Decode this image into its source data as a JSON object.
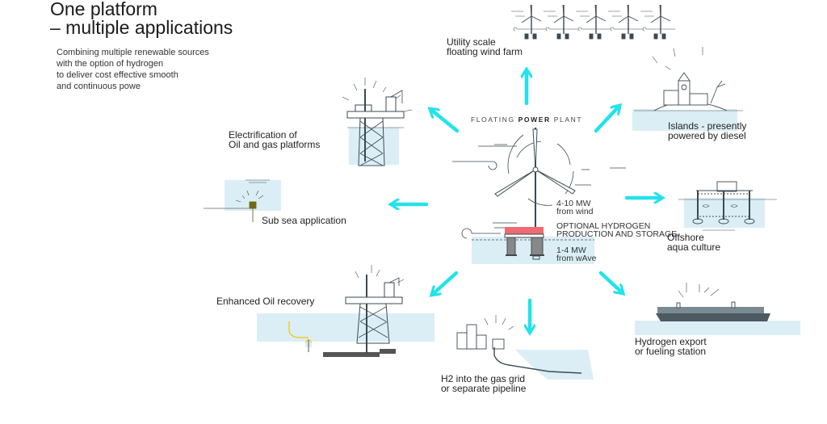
{
  "header": {
    "title_line1": "One platform",
    "title_line2": "– multiple applications",
    "subtitle_lines": [
      "Combining multiple renewable sources",
      "with the option of hydrogen",
      "to deliver cost effective smooth",
      "and continuous powe"
    ]
  },
  "center": {
    "heading_pre": "FLOATING",
    "heading_bold": "POWER",
    "heading_post": "PLANT",
    "wind_power": [
      "4-10 MW",
      "from wind"
    ],
    "hydrogen": [
      "OPTIONAL HYDROGEN",
      "PRODUCTION AND STORAGE"
    ],
    "wave_power": [
      "1-4 MW",
      "from wAve"
    ]
  },
  "applications": {
    "wind_farm": [
      "Utility scale",
      "floating wind farm"
    ],
    "islands": [
      "Islands - presently",
      "powered by diesel"
    ],
    "oil_gas": [
      "Electrification of",
      "Oil and gas platforms"
    ],
    "subsea": [
      "Sub sea application"
    ],
    "aquaculture": [
      "Offshore",
      "aqua culture"
    ],
    "oil_recovery": [
      "Enhanced Oil recovery"
    ],
    "gas_grid": [
      "H2 into the gas grid",
      "or separate pipeline"
    ],
    "export": [
      "Hydrogen export",
      "or fueling station"
    ]
  },
  "colors": {
    "arrow": "#22e3ea",
    "water": "#dbeef6",
    "line": "#3c4a52",
    "hydrogen_block": "#ee6b73",
    "flow": "#f2c200"
  }
}
